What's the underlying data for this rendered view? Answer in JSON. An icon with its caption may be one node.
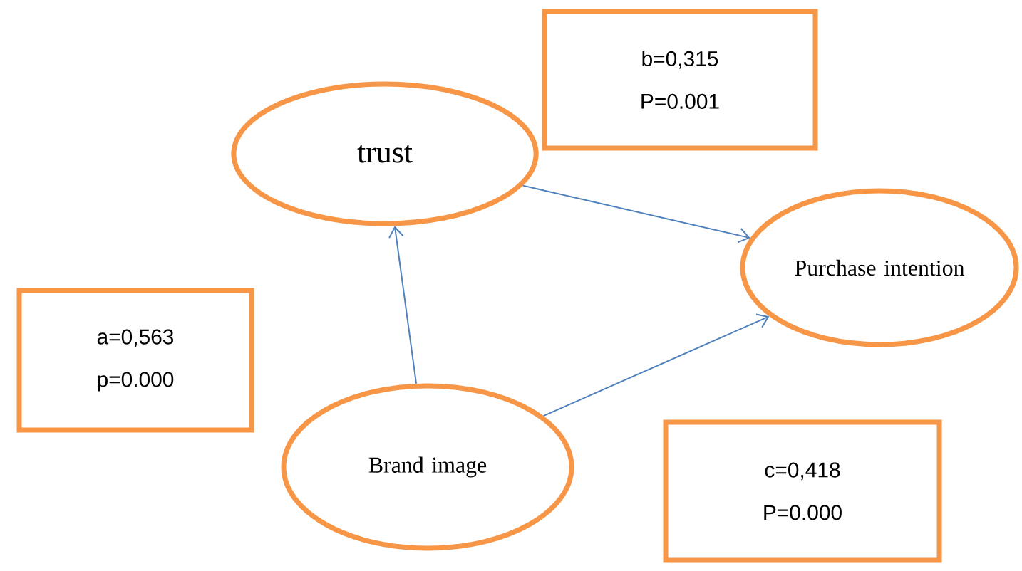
{
  "diagram": {
    "nodes": [
      {
        "text": [
          "trust"
        ]
      },
      {
        "text": [
          "Purchase intention"
        ]
      },
      {
        "text": [
          "Brand image"
        ]
      },
      {
        "text": [
          "b=0,315",
          "P=0.001"
        ]
      },
      {
        "text": [
          "a=0,563",
          "p=0.000"
        ]
      },
      {
        "text": [
          "c=0,418",
          "P=0.000"
        ]
      }
    ],
    "edges": [
      {
        "from": 0,
        "to": 1,
        "arrow": "to"
      },
      {
        "from": 2,
        "to": 0,
        "arrow": "to"
      },
      {
        "from": 2,
        "to": 1,
        "arrow": "to"
      }
    ]
  }
}
